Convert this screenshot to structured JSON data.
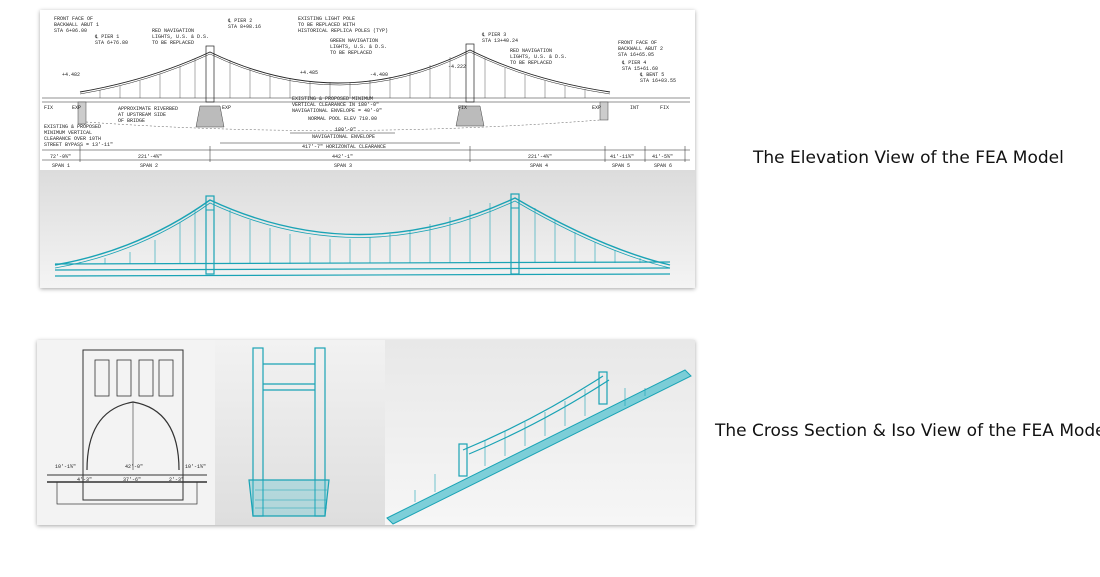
{
  "slide": {
    "captions": {
      "elevation": "The Elevation View of the FEA Model",
      "cross_iso": "The Cross Section & Iso View of the FEA Model"
    },
    "elevation_drawing": {
      "front_face_left": "FRONT FACE OF",
      "backwall_left": "BACKWALL ABUT 1",
      "sta_left": "STA 6+06.00",
      "pier1": "℄ PIER 1",
      "pier1_sta": "STA 6+76.80",
      "red_nav_left": "RED NAVIGATION",
      "red_nav_left_2": "LIGHTS, U.S. & D.S.",
      "red_nav_left_3": "TO BE REPLACED",
      "pier2": "℄ PIER 2",
      "pier2_sta": "STA 8+98.16",
      "light_pole": "EXISTING LIGHT POLE",
      "light_pole_2": "TO BE REPLACED WITH",
      "light_pole_3": "HISTORICAL REPLICA POLES (TYP)",
      "green_nav": "GREEN NAVIGATION",
      "green_nav_2": "LIGHTS, U.S. & D.S.",
      "green_nav_3": "TO BE REPLACED",
      "pier3": "℄ PIER 3",
      "pier3_sta": "STA 13+40.24",
      "red_nav_right": "RED NAVIGATION",
      "red_nav_right_2": "LIGHTS, U.S. & D.S.",
      "red_nav_right_3": "TO BE REPLACED",
      "front_face_right": "FRONT FACE OF",
      "backwall_right": "BACKWALL ABUT 2",
      "sta_right": "STA 16+65.05",
      "pier4": "℄ PIER 4",
      "pier4_sta": "STA 15+61.60",
      "bent5": "℄ BENT 5",
      "bent5_sta": "STA 16+03.55",
      "grade_482": "+4.482",
      "grade_485": "+4.485",
      "grade_400": "-4.400",
      "grade_222": "-4.222",
      "approx_riverbed": "APPROXIMATE RIVERBED",
      "approx_riverbed_2": "AT UPSTREAM SIDE",
      "approx_riverbed_3": "OF BRIDGE",
      "clearance_note": "EXISTING & PROPOSED MINIMUM",
      "clearance_note_2": "VERTICAL CLEARANCE IN 180'-0\"",
      "clearance_note_3": "NAVIGATIONAL ENVELOPE = 40'-0\"",
      "pool_elev": "NORMAL POOL ELEV 710.00",
      "min_vert": "EXISTING & PROPOSED",
      "min_vert_2": "MINIMUM VERTICAL",
      "min_vert_3": "CLEARANCE OVER 10TH",
      "min_vert_4": "STREET BYPASS = 13'-11\"",
      "nav_envelope_dim": "180'-0\"",
      "nav_envelope": "NAVIGATIONAL ENVELOPE",
      "horiz_clear": "417'-7\" HORIZONTAL CLEARANCE",
      "fix": "FIX",
      "exp": "EXP",
      "int": "INT",
      "span_dims": [
        "72'-9¾\"",
        "221'-4¾\"",
        "442'-1\"",
        "221'-4¾\"",
        "41'-11¾\"",
        "41'-5¾\""
      ],
      "span_labels": [
        "SPAN 1",
        "SPAN 2",
        "SPAN 3",
        "SPAN 4",
        "SPAN 5",
        "SPAN 6"
      ]
    },
    "section_drawing": {
      "dim_left": "10'-1¾\"",
      "dim_center": "42'-0\"",
      "dim_right": "10'-1¾\"",
      "dim_sub_left": "4'-3\"",
      "dim_sub_center": "37'-6\"",
      "dim_sub_right": "2'-3\""
    },
    "colors": {
      "fea_cyan": "#1aa3b5",
      "fea_fill": "#5fc6d2",
      "panel_gray": "#d8d8d8"
    }
  }
}
